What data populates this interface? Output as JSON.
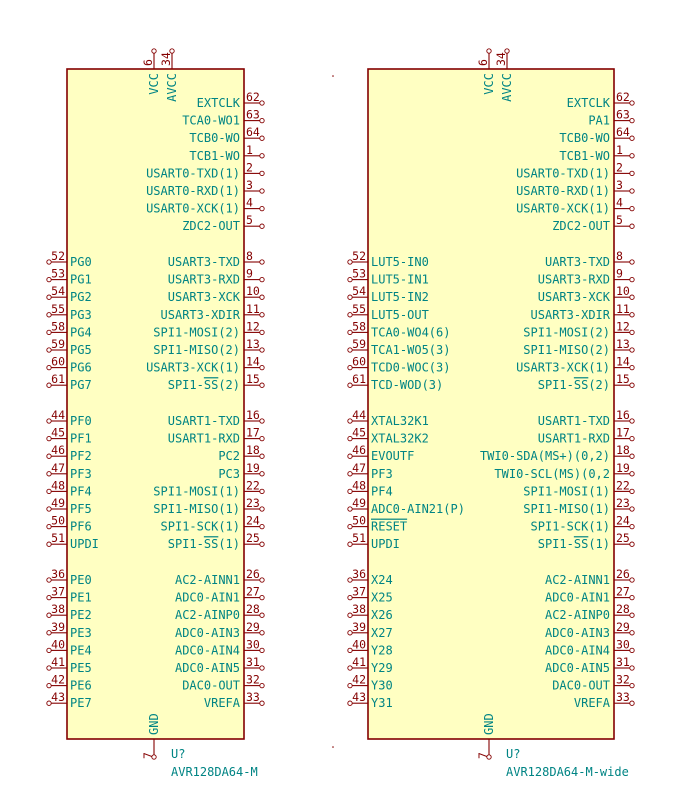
{
  "symbols": [
    {
      "reference": "U?",
      "value": "AVR128DA64-M",
      "top_pins": [
        {
          "name": "VCC",
          "num": "6"
        },
        {
          "name": "AVCC",
          "num": "34"
        }
      ],
      "bottom_pins": [
        {
          "name": "GND",
          "num": "7"
        }
      ],
      "right_pins": [
        {
          "name": "EXTCLK",
          "num": "62"
        },
        {
          "name": "TCA0-WO1",
          "num": "63"
        },
        {
          "name": "TCB0-WO",
          "num": "64"
        },
        {
          "name": "TCB1-WO",
          "num": "1"
        },
        {
          "name": "USART0-TXD(1)",
          "num": "2"
        },
        {
          "name": "USART0-RXD(1)",
          "num": "3"
        },
        {
          "name": "USART0-XCK(1)",
          "num": "4"
        },
        {
          "name": "ZDC2-OUT",
          "num": "5"
        },
        {
          "name": "USART3-TXD",
          "num": "8"
        },
        {
          "name": "USART3-RXD",
          "num": "9"
        },
        {
          "name": "USART3-XCK",
          "num": "10"
        },
        {
          "name": "USART3-XDIR",
          "num": "11"
        },
        {
          "name": "SPI1-MOSI(2)",
          "num": "12"
        },
        {
          "name": "SPI1-MISO(2)",
          "num": "13"
        },
        {
          "name": "USART3-XCK(1)",
          "num": "14"
        },
        {
          "name": "SPI1-SS(2)",
          "num": "15"
        },
        {
          "name": "USART1-TXD",
          "num": "16"
        },
        {
          "name": "USART1-RXD",
          "num": "17"
        },
        {
          "name": "PC2",
          "num": "18"
        },
        {
          "name": "PC3",
          "num": "19"
        },
        {
          "name": "SPI1-MOSI(1)",
          "num": "22"
        },
        {
          "name": "SPI1-MISO(1)",
          "num": "23"
        },
        {
          "name": "SPI1-SCK(1)",
          "num": "24"
        },
        {
          "name": "SPI1-SS(1)",
          "num": "25"
        },
        {
          "name": "AC2-AINN1",
          "num": "26"
        },
        {
          "name": "ADC0-AIN1",
          "num": "27"
        },
        {
          "name": "AC2-AINP0",
          "num": "28"
        },
        {
          "name": "ADC0-AIN3",
          "num": "29"
        },
        {
          "name": "ADC0-AIN4",
          "num": "30"
        },
        {
          "name": "ADC0-AIN5",
          "num": "31"
        },
        {
          "name": "DAC0-OUT",
          "num": "32"
        },
        {
          "name": "VREFA",
          "num": "33"
        }
      ],
      "left_pins": [
        {
          "name": "PG0",
          "num": "52"
        },
        {
          "name": "PG1",
          "num": "53"
        },
        {
          "name": "PG2",
          "num": "54"
        },
        {
          "name": "PG3",
          "num": "55"
        },
        {
          "name": "PG4",
          "num": "58"
        },
        {
          "name": "PG5",
          "num": "59"
        },
        {
          "name": "PG6",
          "num": "60"
        },
        {
          "name": "PG7",
          "num": "61"
        },
        {
          "name": "PF0",
          "num": "44"
        },
        {
          "name": "PF1",
          "num": "45"
        },
        {
          "name": "PF2",
          "num": "46"
        },
        {
          "name": "PF3",
          "num": "47"
        },
        {
          "name": "PF4",
          "num": "48"
        },
        {
          "name": "PF5",
          "num": "49"
        },
        {
          "name": "PF6",
          "num": "50"
        },
        {
          "name": "UPDI",
          "num": "51"
        },
        {
          "name": "PE0",
          "num": "36"
        },
        {
          "name": "PE1",
          "num": "37"
        },
        {
          "name": "PE2",
          "num": "38"
        },
        {
          "name": "PE3",
          "num": "39"
        },
        {
          "name": "PE4",
          "num": "40"
        },
        {
          "name": "PE5",
          "num": "41"
        },
        {
          "name": "PE6",
          "num": "42"
        },
        {
          "name": "PE7",
          "num": "43"
        }
      ]
    },
    {
      "reference": "U?",
      "value": "AVR128DA64-M-wide",
      "top_pins": [
        {
          "name": "VCC",
          "num": "6"
        },
        {
          "name": "AVCC",
          "num": "34"
        }
      ],
      "bottom_pins": [
        {
          "name": "GND",
          "num": "7"
        }
      ],
      "right_pins": [
        {
          "name": "EXTCLK",
          "num": "62"
        },
        {
          "name": "PA1",
          "num": "63"
        },
        {
          "name": "TCB0-WO",
          "num": "64"
        },
        {
          "name": "TCB1-WO",
          "num": "1"
        },
        {
          "name": "USART0-TXD(1)",
          "num": "2"
        },
        {
          "name": "USART0-RXD(1)",
          "num": "3"
        },
        {
          "name": "USART0-XCK(1)",
          "num": "4"
        },
        {
          "name": "ZDC2-OUT",
          "num": "5"
        },
        {
          "name": "UART3-TXD",
          "num": "8"
        },
        {
          "name": "USART3-RXD",
          "num": "9"
        },
        {
          "name": "USART3-XCK",
          "num": "10"
        },
        {
          "name": "USART3-XDIR",
          "num": "11"
        },
        {
          "name": "SPI1-MOSI(2)",
          "num": "12"
        },
        {
          "name": "SPI1-MISO(2)",
          "num": "13"
        },
        {
          "name": "USART3-XCK(1)",
          "num": "14"
        },
        {
          "name": "SPI1-SS(2)",
          "num": "15"
        },
        {
          "name": "USART1-TXD",
          "num": "16"
        },
        {
          "name": "USART1-RXD",
          "num": "17"
        },
        {
          "name": "TWI0-SDA(MS+)(0,2)",
          "num": "18"
        },
        {
          "name": "TWI0-SCL(MS)(0,2",
          "num": "19"
        },
        {
          "name": "SPI1-MOSI(1)",
          "num": "22"
        },
        {
          "name": "SPI1-MISO(1)",
          "num": "23"
        },
        {
          "name": "SPI1-SCK(1)",
          "num": "24"
        },
        {
          "name": "SPI1-SS(1)",
          "num": "25"
        },
        {
          "name": "AC2-AINN1",
          "num": "26"
        },
        {
          "name": "ADC0-AIN1",
          "num": "27"
        },
        {
          "name": "AC2-AINP0",
          "num": "28"
        },
        {
          "name": "ADC0-AIN3",
          "num": "29"
        },
        {
          "name": "ADC0-AIN4",
          "num": "30"
        },
        {
          "name": "ADC0-AIN5",
          "num": "31"
        },
        {
          "name": "DAC0-OUT",
          "num": "32"
        },
        {
          "name": "VREFA",
          "num": "33"
        }
      ],
      "left_pins": [
        {
          "name": "LUT5-IN0",
          "num": "52"
        },
        {
          "name": "LUT5-IN1",
          "num": "53"
        },
        {
          "name": "LUT5-IN2",
          "num": "54"
        },
        {
          "name": "LUT5-OUT",
          "num": "55"
        },
        {
          "name": "TCA0-WO4(6)",
          "num": "58"
        },
        {
          "name": "TCA1-WO5(3)",
          "num": "59"
        },
        {
          "name": "TCD0-WOC(3)",
          "num": "60"
        },
        {
          "name": "TCD-WOD(3)",
          "num": "61"
        },
        {
          "name": "XTAL32K1",
          "num": "44"
        },
        {
          "name": "XTAL32K2",
          "num": "45"
        },
        {
          "name": "EVOUTF",
          "num": "46"
        },
        {
          "name": "PF3",
          "num": "47"
        },
        {
          "name": "PF4",
          "num": "48"
        },
        {
          "name": "ADC0-AIN21(P)",
          "num": "49"
        },
        {
          "name": "RESET",
          "num": "50"
        },
        {
          "name": "UPDI",
          "num": "51"
        },
        {
          "name": "X24",
          "num": "36"
        },
        {
          "name": "X25",
          "num": "37"
        },
        {
          "name": "X26",
          "num": "38"
        },
        {
          "name": "X27",
          "num": "39"
        },
        {
          "name": "Y28",
          "num": "40"
        },
        {
          "name": "Y29",
          "num": "41"
        },
        {
          "name": "Y30",
          "num": "42"
        },
        {
          "name": "Y31",
          "num": "43"
        }
      ]
    }
  ]
}
